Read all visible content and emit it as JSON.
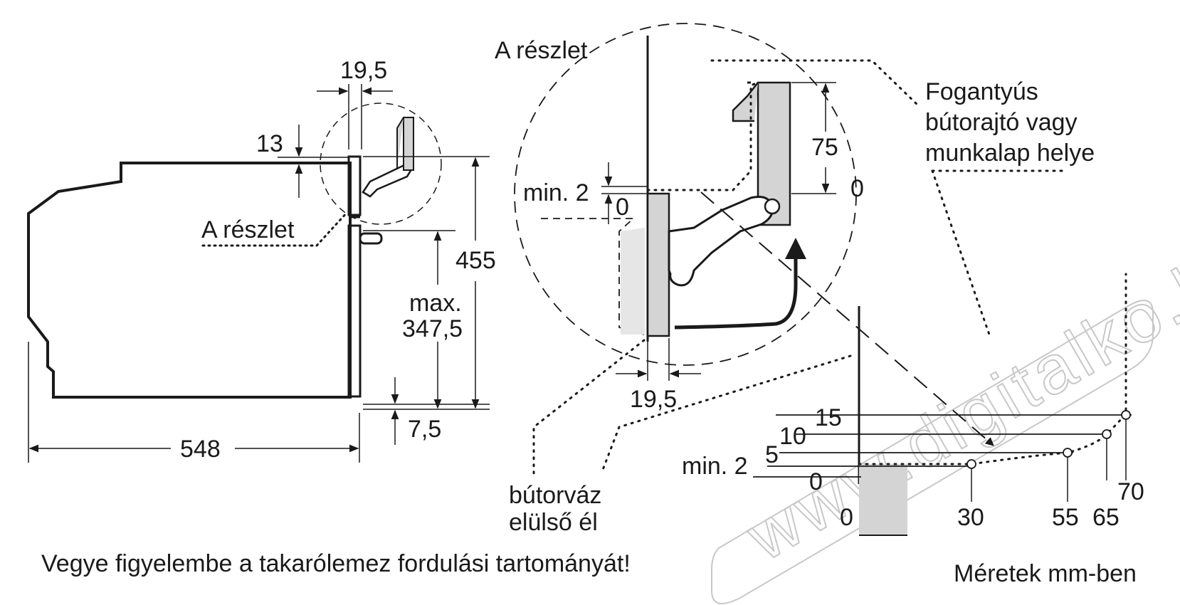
{
  "side_view": {
    "dim_top_gap": "19,5",
    "dim_top_offset": "13",
    "detail_label": "A részlet",
    "dim_height": "455",
    "dim_max_label": "max.",
    "dim_max_value": "347,5",
    "dim_bottom_offset": "7,5",
    "dim_depth": "548"
  },
  "detail_view": {
    "title": "A részlet",
    "dim_min_label": "min. 2",
    "dim_zero_left": "0",
    "dim_gap": "19,5",
    "dim_height_75": "75",
    "dim_zero_right": "0",
    "note_lines": [
      "Fogantyús",
      "bútorajtó vagy",
      "munkalap helye"
    ],
    "cabinet_lines": [
      "bútorváz",
      "elülső él"
    ]
  },
  "swing_chart": {
    "y_ticks": [
      "15",
      "10",
      "5",
      "min. 2",
      "0"
    ],
    "x_ticks": [
      "0",
      "30",
      "55",
      "65",
      "70"
    ]
  },
  "footer": {
    "warning": "Vegye figyelembe a takarólemez fordulási tartományát!",
    "units": "Méretek mm-ben"
  },
  "watermark": "www.digitalko.hu",
  "colors": {
    "line": "#1a1a1a",
    "panel_fill": "#d4d4d4",
    "watermark": "#c8c8c8"
  }
}
